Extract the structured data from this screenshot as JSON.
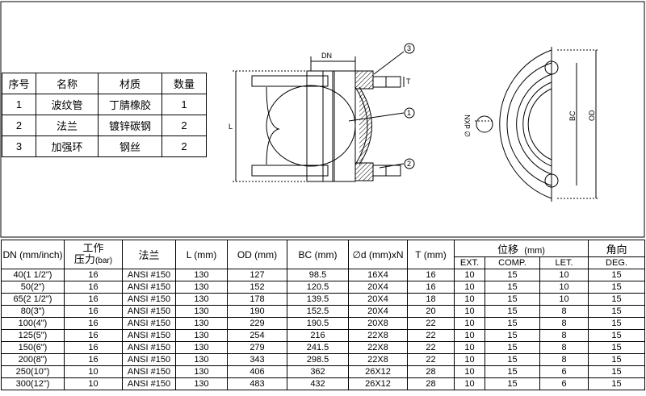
{
  "parts_table": {
    "headers": [
      "序号",
      "名称",
      "材质",
      "数量"
    ],
    "rows": [
      [
        "1",
        "波纹管",
        "丁腈橡胶",
        "1"
      ],
      [
        "2",
        "法兰",
        "镀锌碳钢",
        "2"
      ],
      [
        "3",
        "加强环",
        "钢丝",
        "2"
      ]
    ]
  },
  "drawing_labels": {
    "dn": "DN",
    "l": "L",
    "t": "T",
    "bc": "BC",
    "od": "OD",
    "hole": "∅ dXN",
    "callout_1": "1",
    "callout_2": "2",
    "callout_3": "3"
  },
  "spec_table": {
    "headers": {
      "dn": "DN (mm/inch)",
      "pressure_line1": "工作",
      "pressure_line2": "压力",
      "pressure_unit": "(bar)",
      "flange": "法兰",
      "l": "L (mm)",
      "od": "OD (mm)",
      "bc": "BC (mm)",
      "d": "∅d (mm)xN",
      "t": "T (mm)",
      "displacement": "位移",
      "displacement_unit": "(mm)",
      "angle": "角向",
      "ext": "EXT.",
      "comp": "COMP.",
      "let": "LET.",
      "deg": "DEG."
    },
    "rows": [
      [
        "40(1 1/2\")",
        "16",
        "ANSI #150",
        "130",
        "127",
        "98.5",
        "16X4",
        "16",
        "10",
        "15",
        "10",
        "15"
      ],
      [
        "50(2\")",
        "16",
        "ANSI #150",
        "130",
        "152",
        "120.5",
        "20X4",
        "16",
        "10",
        "15",
        "10",
        "15"
      ],
      [
        "65(2 1/2\")",
        "16",
        "ANSI #150",
        "130",
        "178",
        "139.5",
        "20X4",
        "18",
        "10",
        "15",
        "10",
        "15"
      ],
      [
        "80(3\")",
        "16",
        "ANSI #150",
        "130",
        "190",
        "152.5",
        "20X4",
        "20",
        "10",
        "15",
        "8",
        "15"
      ],
      [
        "100(4\")",
        "16",
        "ANSI #150",
        "130",
        "229",
        "190.5",
        "20X8",
        "22",
        "10",
        "15",
        "8",
        "15"
      ],
      [
        "125(5\")",
        "16",
        "ANSI #150",
        "130",
        "254",
        "216",
        "22X8",
        "22",
        "10",
        "15",
        "8",
        "15"
      ],
      [
        "150(6\")",
        "16",
        "ANSI #150",
        "130",
        "279",
        "241.5",
        "22X8",
        "22",
        "10",
        "15",
        "8",
        "15"
      ],
      [
        "200(8\")",
        "16",
        "ANSI #150",
        "130",
        "343",
        "298.5",
        "22X8",
        "22",
        "10",
        "15",
        "8",
        "15"
      ],
      [
        "250(10\")",
        "10",
        "ANSI #150",
        "130",
        "406",
        "362",
        "26X12",
        "28",
        "10",
        "15",
        "6",
        "15"
      ],
      [
        "300(12\")",
        "10",
        "ANSI #150",
        "130",
        "483",
        "432",
        "26X12",
        "28",
        "10",
        "15",
        "6",
        "15"
      ]
    ]
  }
}
